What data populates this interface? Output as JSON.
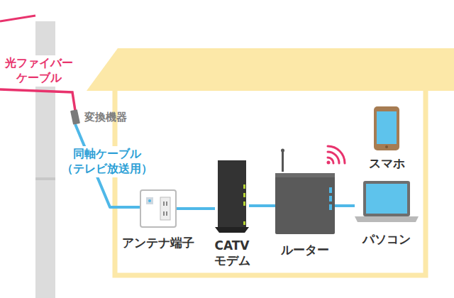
{
  "diagram": {
    "nodes": [
      {
        "text": [
          "変換機器"
        ]
      },
      {
        "text": [
          "アンテナ端子"
        ]
      },
      {
        "text": [
          "CATV モデム"
        ]
      },
      {
        "text": [
          "ルーター"
        ]
      },
      {
        "text": [
          "スマホ"
        ]
      },
      {
        "text": [
          "パソコン"
        ]
      }
    ],
    "edges": [
      {
        "from": 0,
        "to": 1,
        "arrow": "none"
      },
      {
        "from": 1,
        "to": 2,
        "arrow": "none"
      },
      {
        "from": 2,
        "to": 3,
        "arrow": "none"
      },
      {
        "from": 3,
        "to": 5,
        "arrow": "none"
      }
    ],
    "labels": [
      "光ファイバー ケーブル",
      "同軸ケーブル （テレビ放送用）"
    ]
  }
}
